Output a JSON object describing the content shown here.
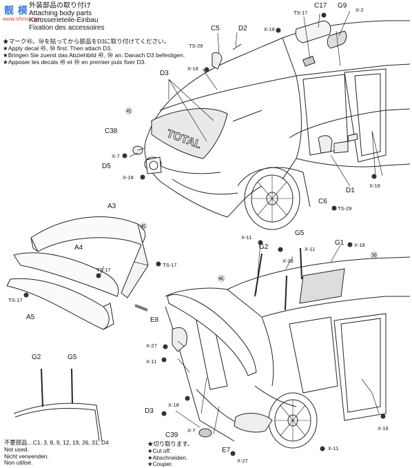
{
  "header": {
    "jp": "外装部品の取り付け",
    "en": "Attaching body parts",
    "de": "Karosserieteile-Einbau",
    "fr": "Fixation des accessoires"
  },
  "watermark": {
    "glyphs": "靓 模",
    "site": "www.shmx.com"
  },
  "notes": [
    "★マーク㊺、㊿を貼ってから部品をD3に取り付けてください。",
    "★Apply decal ㊺, ㊿ first. Then attach D3.",
    "★Bringen Sie zuerst das Abziehbild ㊺, ㊿ an. Danach D3 befestigen.",
    "★Apposer les decals ㊺ et ㊿ en premier puis fixer D3."
  ],
  "labels": {
    "ts17_top": "TS-17",
    "c17": "C17",
    "g9": "G9",
    "x2": "X-2",
    "c5": "C5",
    "d2": "D2",
    "x18_a": "X-18",
    "ts29_a": "TS-29",
    "x18_b": "X-18",
    "d3_top": "D3",
    "decal48": "㊺",
    "c38": "C38",
    "x7_a": "X-7",
    "d5": "D5",
    "x18_c": "X-18",
    "d1": "D1",
    "x18_d": "X-18",
    "c6": "C6",
    "ts29_b": "TS-29",
    "a3": "A3",
    "decal45": "㊺",
    "a4": "A4",
    "ts17_a": "TS-17",
    "ts17_b": "TS-17",
    "ts17_c": "TS-17",
    "a5": "A5",
    "g5_top": "G5",
    "x11_a": "X-11",
    "g2_top": "G2",
    "g1": "G1",
    "x18_e": "X-18",
    "x11_b": "X-11",
    "x18_f": "X-18",
    "decal63": "㊿",
    "decal55": "㊻",
    "e8": "E8",
    "x27_a": "X-27",
    "x11_c": "X-11",
    "x18_g": "X-18",
    "d3_bot": "D3",
    "x7_b": "X-7",
    "c39": "C39",
    "e7": "E7",
    "x27_b": "X-27",
    "x11_d": "X-11",
    "x18_h": "X-18",
    "g2_bot": "G2",
    "g5_bot": "G5",
    "total": "TOTAL"
  },
  "unused": [
    "不要部品…C1, 3, 8, 9, 12, 19, 26, 31, D4",
    "Not used.",
    "Nicht verwenden.",
    "Non utilisé."
  ],
  "cut": [
    "★切り取ります。",
    "★Cut off.",
    "★Abschneiden.",
    "★Couper."
  ]
}
